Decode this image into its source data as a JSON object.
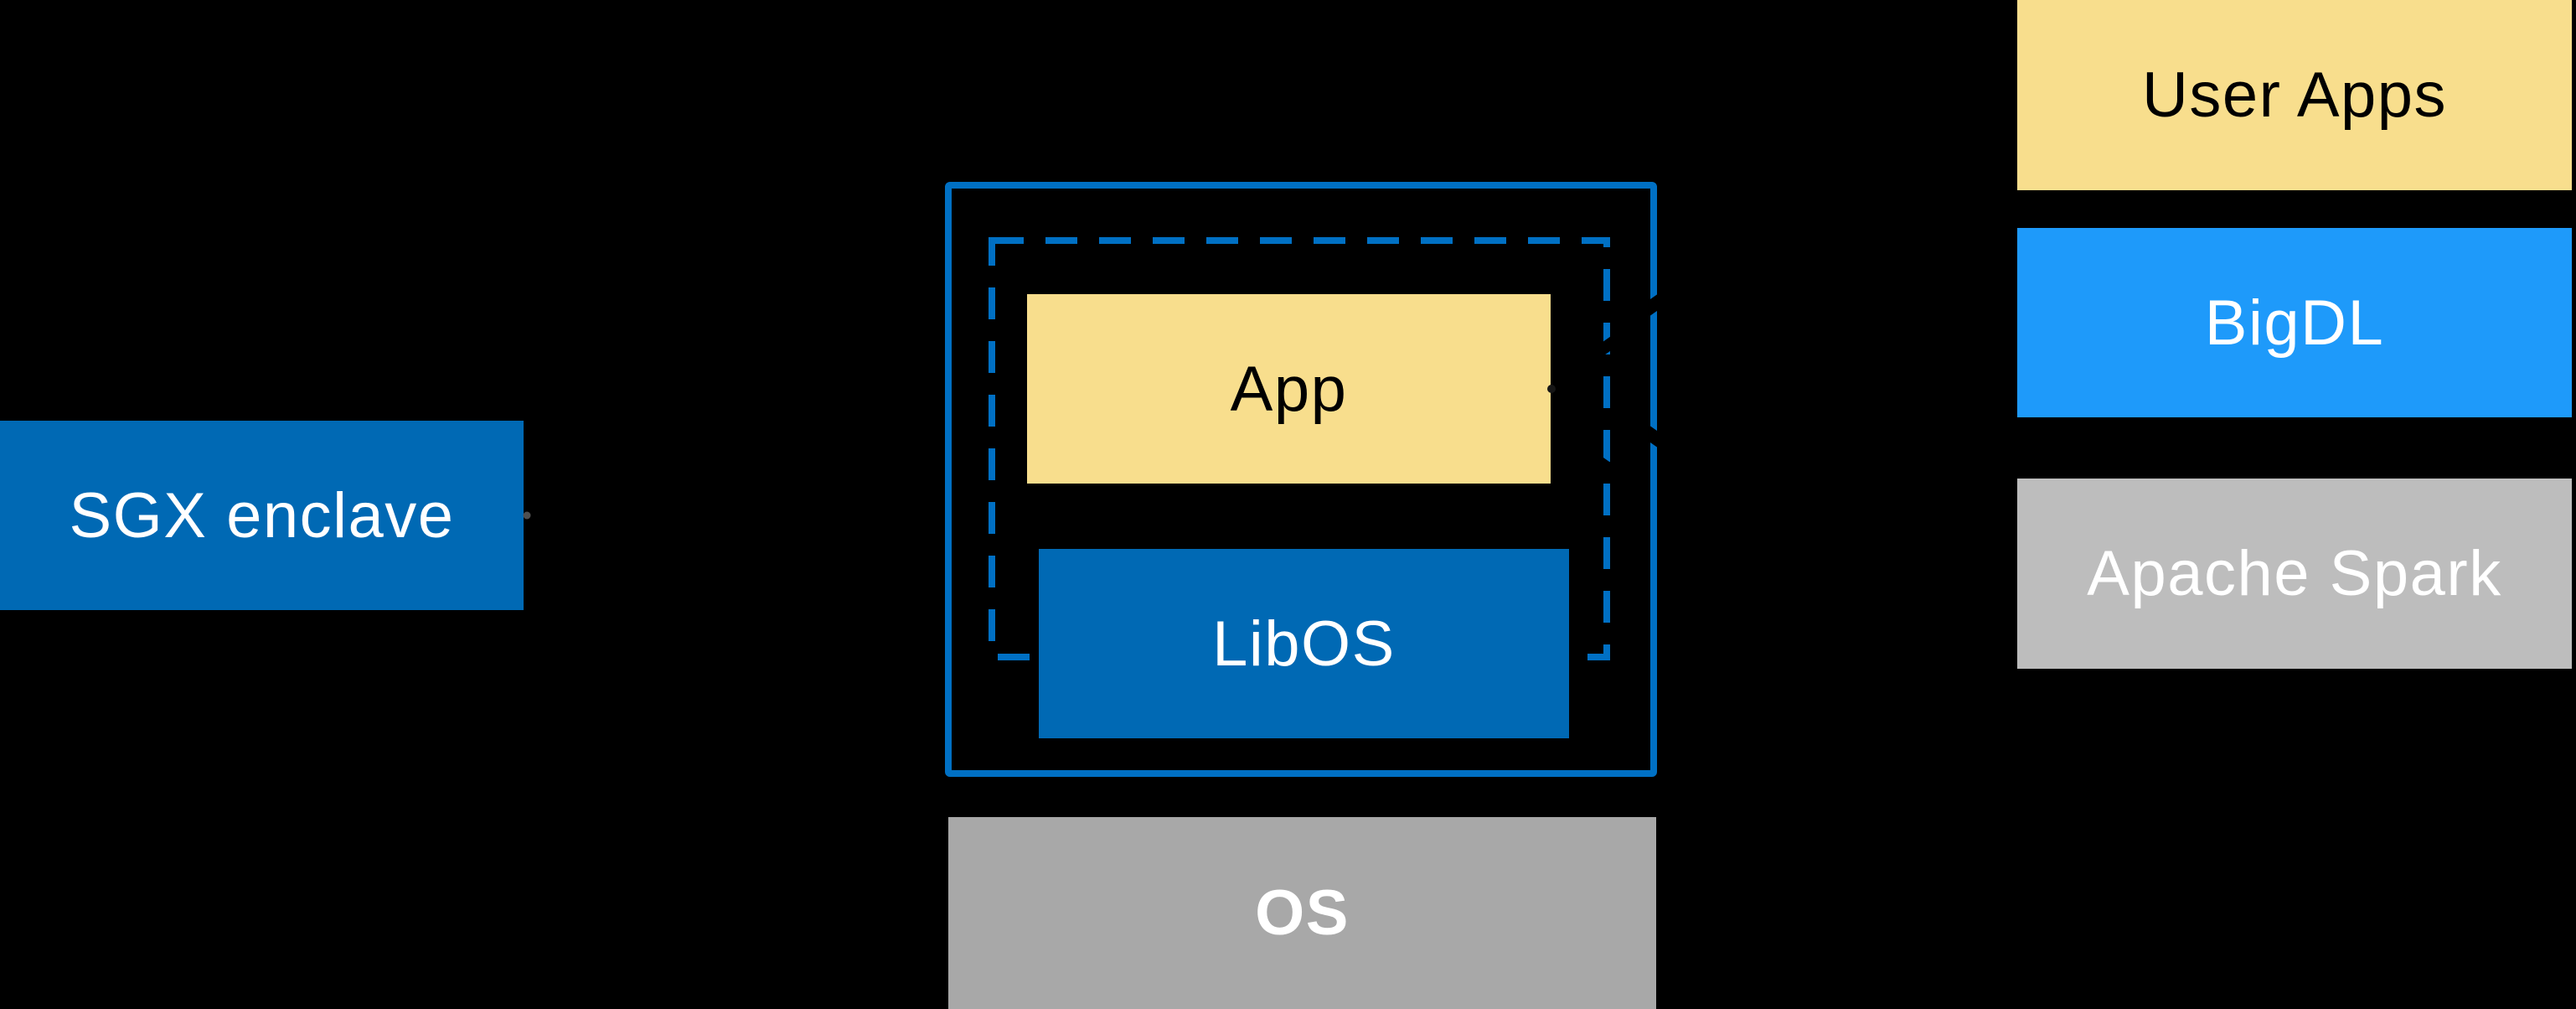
{
  "colors": {
    "background": "#000000",
    "enclave_blue": "#0069B4",
    "stroke_blue": "#0070C4",
    "bigdl_blue": "#1E9AFA",
    "app_yellow": "#F8DE8D",
    "spark_gray": "#BDBDBD",
    "os_gray": "#A8A8A8",
    "text_light": "#FFFFFF",
    "text_dark": "#000000",
    "remnant_gray": "#4F4F4F",
    "remnant_dark": "#161616"
  },
  "diagram": {
    "sgx_box": {
      "label": "SGX enclave"
    },
    "enclave": {
      "app_box": {
        "label": "App"
      },
      "libos_box": {
        "label": "LibOS"
      }
    },
    "os_box": {
      "label": "OS"
    },
    "stack": {
      "user_apps_box": {
        "label": "User Apps"
      },
      "bigdl_box": {
        "label": "BigDL"
      },
      "apache_spark_box": {
        "label": "Apache Spark"
      }
    }
  }
}
